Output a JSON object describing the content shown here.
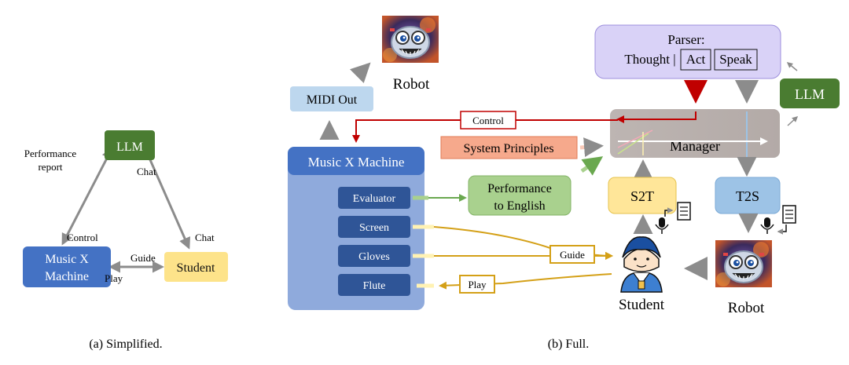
{
  "simplified": {
    "llm": "LLM",
    "music_x": [
      "Music X",
      "Machine"
    ],
    "student": "Student",
    "performance_report": [
      "Performance",
      "report"
    ],
    "chat_top": "Chat",
    "chat_bottom": "Chat",
    "control": "Control",
    "guide": "Guide",
    "play": "Play",
    "caption": "(a) Simplified."
  },
  "full": {
    "robot_top": "Robot",
    "midi_out": "MIDI Out",
    "parser": [
      "Parser:",
      "Thought |",
      "Act",
      "Speak"
    ],
    "llm": "LLM",
    "control": "Control",
    "manager": "Manager",
    "system_principles": "System Principles",
    "music_x_machine": "Music X Machine",
    "evaluator": "Evaluator",
    "screen": "Screen",
    "gloves": "Gloves",
    "flute": "Flute",
    "performance_to_english": [
      "Performance",
      "to English"
    ],
    "s2t": "S2T",
    "t2s": "T2S",
    "guide": "Guide",
    "play": "Play",
    "student": "Student",
    "robot_bottom": "Robot",
    "caption": "(b) Full."
  },
  "colors": {
    "llm_green": "#4a7c31",
    "music_blue": "#4472c4",
    "student_yellow": "#fde38a",
    "parser_lavender": "#d9d2f7",
    "manager_gray": "#b8b0ad",
    "principles_salmon": "#f6a98c",
    "perf_green": "#a9d18e",
    "s2t_yellow": "#ffe699",
    "t2s_blue": "#9dc3e6",
    "control_red": "#c00000",
    "guide_gold": "#d4a017"
  }
}
